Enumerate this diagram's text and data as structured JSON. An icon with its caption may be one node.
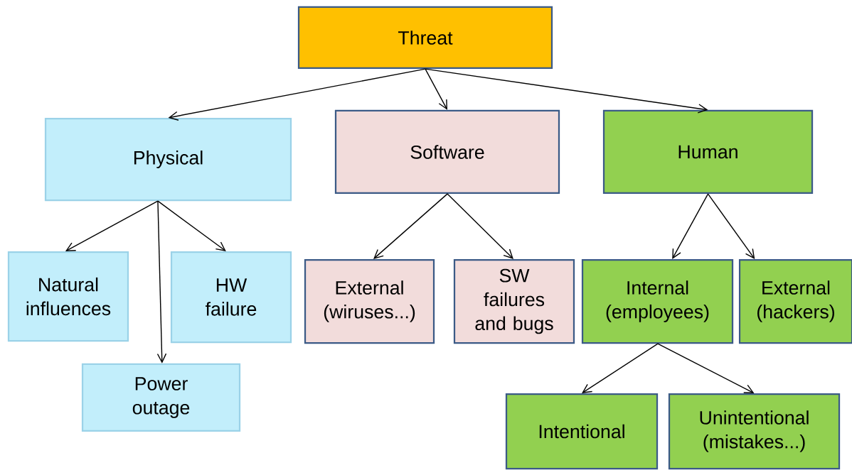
{
  "diagram": {
    "nodes": [
      {
        "text": [
          "Threat"
        ]
      },
      {
        "text": [
          "Physical"
        ]
      },
      {
        "text": [
          "Software"
        ]
      },
      {
        "text": [
          "Human"
        ]
      },
      {
        "text": [
          "Natural influences"
        ]
      },
      {
        "text": [
          "HW failure"
        ]
      },
      {
        "text": [
          "Power outage"
        ]
      },
      {
        "text": [
          "External (wiruses...)"
        ]
      },
      {
        "text": [
          "SW failures and bugs"
        ]
      },
      {
        "text": [
          "Internal (employees)"
        ]
      },
      {
        "text": [
          "External (hackers)"
        ]
      },
      {
        "text": [
          "Intentional"
        ]
      },
      {
        "text": [
          "Unintentional (mistakes...)"
        ]
      }
    ],
    "edges": [
      {
        "from": 0,
        "to": 1,
        "arrow": "to"
      },
      {
        "from": 0,
        "to": 2,
        "arrow": "to"
      },
      {
        "from": 0,
        "to": 3,
        "arrow": "to"
      },
      {
        "from": 1,
        "to": 4,
        "arrow": "to"
      },
      {
        "from": 1,
        "to": 6,
        "arrow": "to"
      },
      {
        "from": 1,
        "to": 5,
        "arrow": "to"
      },
      {
        "from": 2,
        "to": 7,
        "arrow": "to"
      },
      {
        "from": 2,
        "to": 8,
        "arrow": "to"
      },
      {
        "from": 3,
        "to": 9,
        "arrow": "to"
      },
      {
        "from": 3,
        "to": 10,
        "arrow": "to"
      },
      {
        "from": 9,
        "to": 11,
        "arrow": "to"
      },
      {
        "from": 9,
        "to": 12,
        "arrow": "to"
      }
    ]
  }
}
